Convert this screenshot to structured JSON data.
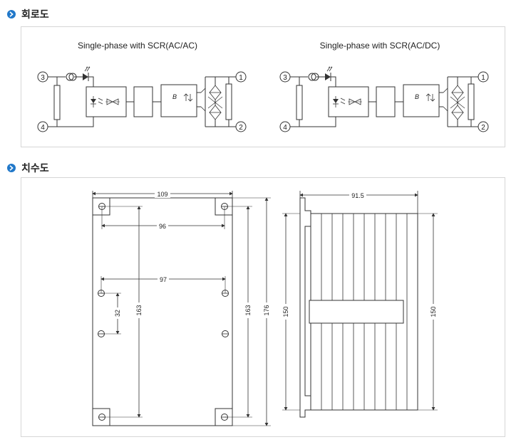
{
  "sections": {
    "circuit": {
      "title": "회로도",
      "diagrams": [
        {
          "caption": "Single-phase with SCR(AC/AC)",
          "terminals": [
            "3",
            "4",
            "1",
            "2"
          ]
        },
        {
          "caption": "Single-phase with SCR(AC/DC)",
          "terminals": [
            "3",
            "4",
            "1",
            "2"
          ]
        }
      ],
      "block_label": "B"
    },
    "dimensions": {
      "title": "치수도",
      "front": {
        "width_overall": "109",
        "hole_span_top": "96",
        "hole_span_mid": "97",
        "hole_vertical_gap": "32",
        "height_inner": "163",
        "height_right": "163",
        "height_overall": "176"
      },
      "side": {
        "depth": "91.5",
        "height_left": "150",
        "height_right": "150"
      }
    },
    "colors": {
      "accent": "#2178c9",
      "line": "#333333",
      "border": "#d6d6d6"
    }
  }
}
